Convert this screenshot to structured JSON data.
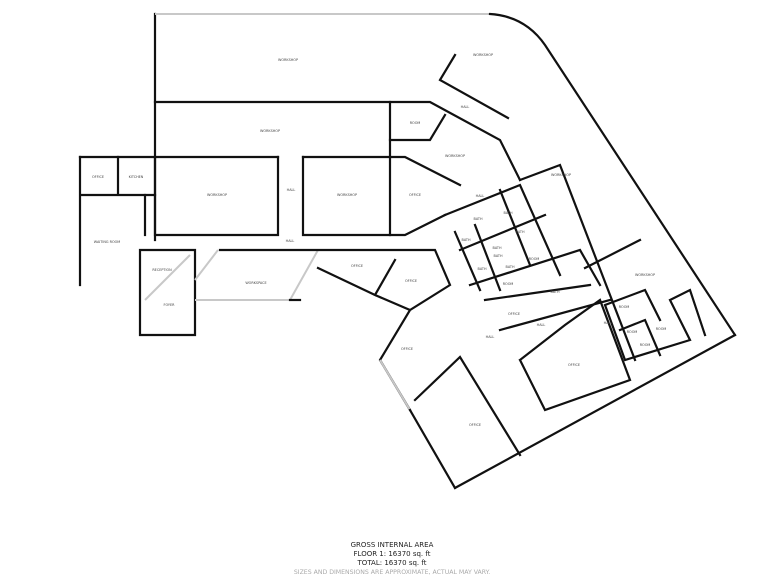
{
  "rooms": [
    {
      "name": "WORKSHOP"
    },
    {
      "name": "WORKSHOP"
    },
    {
      "name": "HALL"
    },
    {
      "name": "ROOM"
    },
    {
      "name": "WORKSHOP"
    },
    {
      "name": "WORKSHOP"
    },
    {
      "name": "OFFICE"
    },
    {
      "name": "KITCHEN"
    },
    {
      "name": "WORKSHOP"
    },
    {
      "name": "HALL"
    },
    {
      "name": "WORKSHOP"
    },
    {
      "name": "OFFICE"
    },
    {
      "name": "HALL"
    },
    {
      "name": "WAITING ROOM"
    },
    {
      "name": "HALL"
    },
    {
      "name": "RECEPTION"
    },
    {
      "name": "FOYER"
    },
    {
      "name": "WORKSPACE"
    },
    {
      "name": "OFFICE"
    },
    {
      "name": "OFFICE"
    },
    {
      "name": "BATH"
    },
    {
      "name": "BATH"
    },
    {
      "name": "BATH"
    },
    {
      "name": "BATH"
    },
    {
      "name": "BATH"
    },
    {
      "name": "BATH"
    },
    {
      "name": "ROOM"
    },
    {
      "name": "BATH"
    },
    {
      "name": "BATH"
    },
    {
      "name": "ROOM"
    },
    {
      "name": "BATH"
    },
    {
      "name": "OFFICE"
    },
    {
      "name": "HALL"
    },
    {
      "name": "HALL"
    },
    {
      "name": "WORKSHOP"
    },
    {
      "name": "WORKSHOP"
    },
    {
      "name": "ROOM"
    },
    {
      "name": "HALL"
    },
    {
      "name": "ROOM"
    },
    {
      "name": "ROOM"
    },
    {
      "name": "ROOM"
    },
    {
      "name": "OFFICE"
    },
    {
      "name": "OFFICE"
    },
    {
      "name": "OFFICE"
    }
  ],
  "footer": {
    "title": "GROSS INTERNAL AREA",
    "floor": "FLOOR 1: 16370 sq. ft",
    "total": "TOTAL: 16370 sq. ft",
    "disclaimer": "SIZES AND DIMENSIONS ARE APPROXIMATE, ACTUAL MAY VARY."
  }
}
